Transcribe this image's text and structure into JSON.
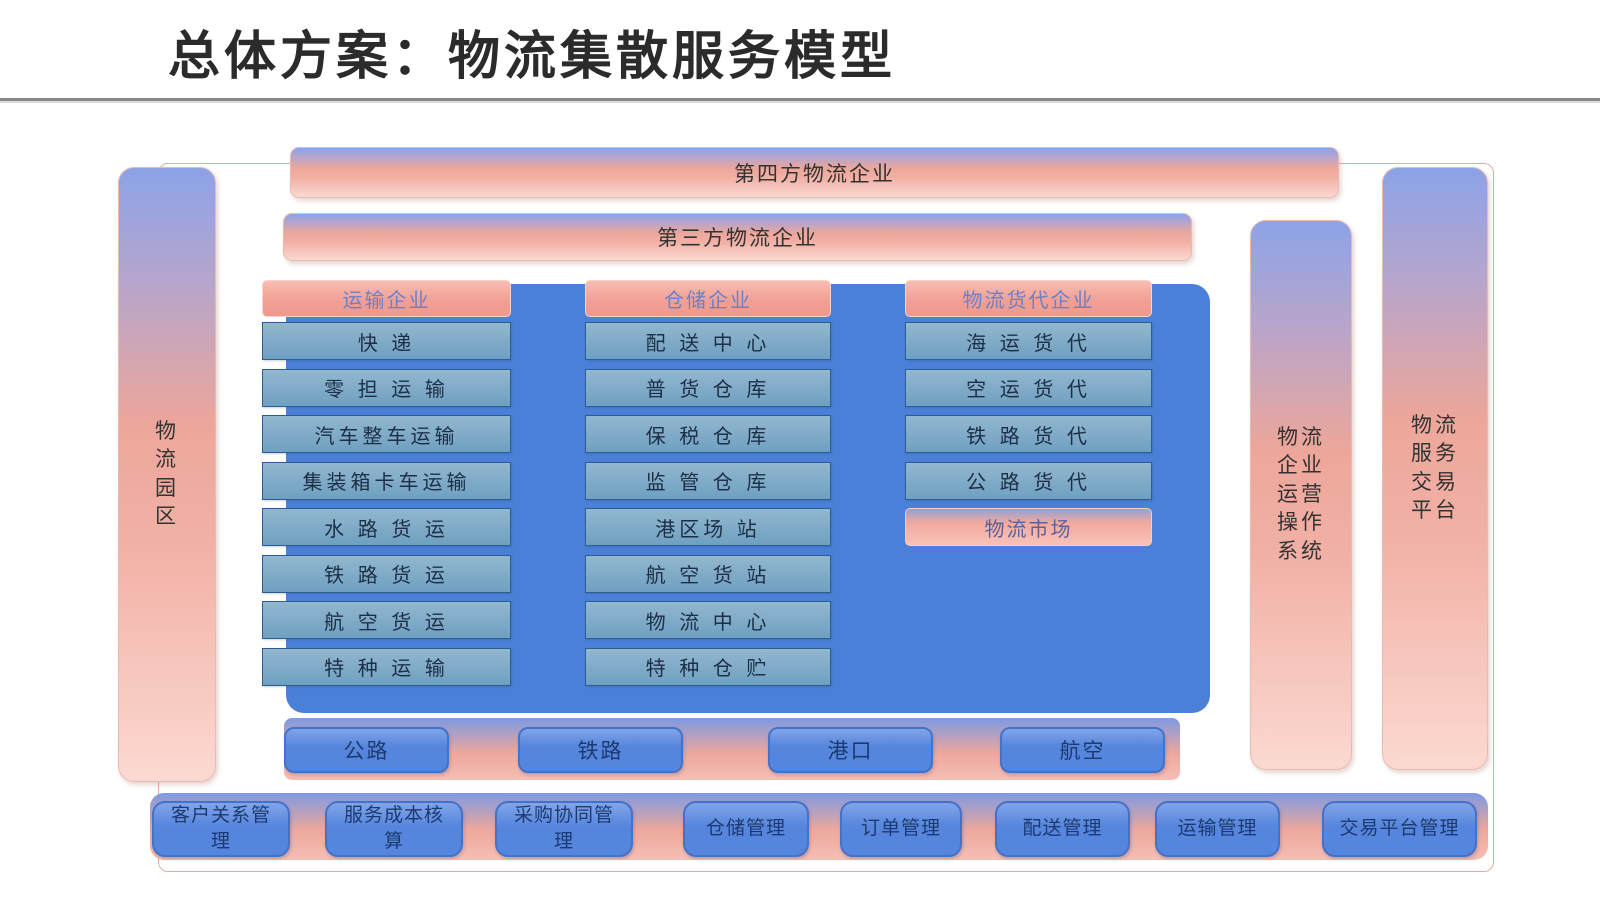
{
  "title": "总体方案：物流集散服务模型",
  "outer": {
    "fourth_party_bar": "第四方物流企业",
    "third_party_bar": "第三方物流企业",
    "left_bar": "物\n流\n园\n区",
    "operation_system_bar": "物流\n企业\n运营\n操作\n系统",
    "trading_platform_bar": "物流\n服务\n交易\n平台"
  },
  "columns": [
    {
      "header": "运输企业",
      "items": [
        "快 递",
        "零 担 运 输",
        "汽车整车运输",
        "集装箱卡车运输",
        "水 路 货 运",
        "铁 路 货 运",
        "航 空 货 运",
        "特 种 运 输"
      ]
    },
    {
      "header": "仓储企业",
      "items": [
        "配 送 中 心",
        "普 货 仓 库",
        "保 税 仓 库",
        "监 管 仓 库",
        "港区场 站",
        "航 空 货 站",
        "物 流 中 心",
        "特 种 仓 贮"
      ]
    },
    {
      "header": "物流货代企业",
      "items": [
        "海 运 货 代",
        "空 运 货 代",
        "铁 路 货 代",
        "公 路 货 代"
      ],
      "market": "物流市场"
    }
  ],
  "infrastructure_buttons": [
    "公路",
    "铁路",
    "港口",
    "航空"
  ],
  "management_buttons": [
    "客户关系管理",
    "服务成本核算",
    "采购协同管理",
    "仓储管理",
    "订单管理",
    "配送管理",
    "运输管理",
    "交易平台管理"
  ],
  "colors": {
    "panel_blue": "#4A80D8",
    "item_teal": "#7FA9C6",
    "item_border": "#2B5F92",
    "button_blue": "#5585DC",
    "button_border": "#4273CA",
    "salmon_pink": "#F1A095",
    "gradient_blue_top": "#8CA3E8",
    "header_text_blue": "#6D80C8",
    "title_text": "#2B2B2B"
  }
}
